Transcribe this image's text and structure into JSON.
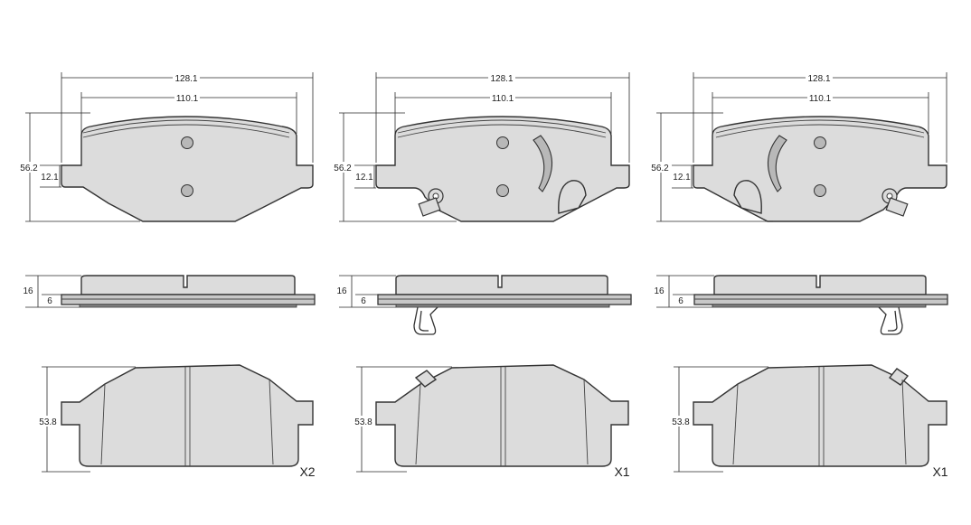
{
  "colors": {
    "pad_fill": "#dcdcdc",
    "plate_fill": "#c8c8c8",
    "line": "#333333",
    "background": "#ffffff"
  },
  "views": [
    {
      "top": {
        "overall_width": "128.1",
        "friction_width": "110.1",
        "height": "56.2",
        "step_height": "12.1"
      },
      "side": {
        "total_thickness": "16",
        "plate_thickness": "6"
      },
      "bottom": {
        "friction_height": "53.8",
        "quantity": "X2"
      }
    },
    {
      "top": {
        "overall_width": "128.1",
        "friction_width": "110.1",
        "height": "56.2",
        "step_height": "12.1"
      },
      "side": {
        "total_thickness": "16",
        "plate_thickness": "6"
      },
      "bottom": {
        "friction_height": "53.8",
        "quantity": "X1"
      }
    },
    {
      "top": {
        "overall_width": "128.1",
        "friction_width": "110.1",
        "height": "56.2",
        "step_height": "12.1"
      },
      "side": {
        "total_thickness": "16",
        "plate_thickness": "6"
      },
      "bottom": {
        "friction_height": "53.8",
        "quantity": "X1"
      }
    }
  ]
}
